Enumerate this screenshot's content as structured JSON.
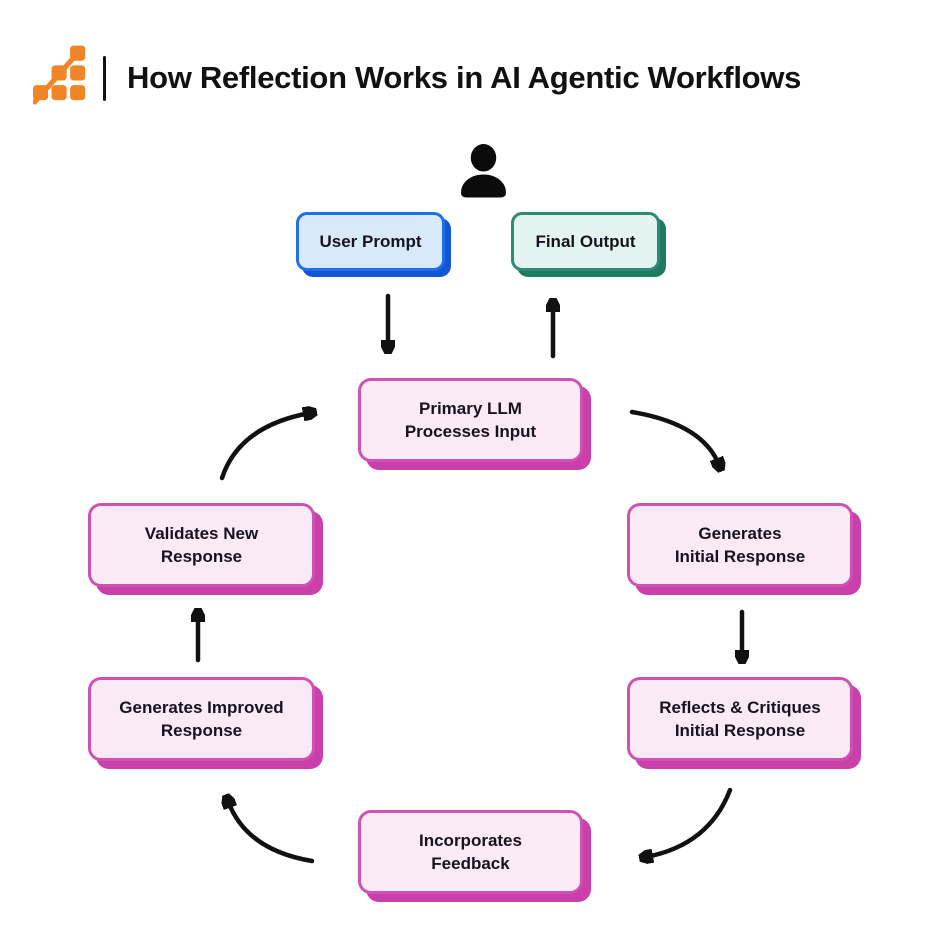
{
  "header": {
    "title": "How Reflection Works in AI Agentic Workflows",
    "logo_icon": "bar-chart-steps-logo",
    "colors": {
      "logo_orange": "#EF8526",
      "title_text": "#111111"
    }
  },
  "diagram": {
    "person_icon": "person-icon",
    "io_boxes": {
      "user_prompt": {
        "label": "User Prompt",
        "fill": "#D9E9FC",
        "border": "#1F6FE8",
        "shadow": "#1256D4"
      },
      "final_output": {
        "label": "Final Output",
        "fill": "#E3F4F0",
        "border": "#2C8B72",
        "shadow": "#1F7A61"
      }
    },
    "cycle": {
      "box_style": {
        "fill": "#FAEAF6",
        "border": "#CF52B3",
        "shadow": "#CA3FA9",
        "text": "#17121F"
      },
      "boxes": [
        {
          "id": "primary-llm-processes-input",
          "line1": "Primary LLM",
          "line2": "Processes Input"
        },
        {
          "id": "generates-initial-response",
          "line1": "Generates",
          "line2": "Initial Response"
        },
        {
          "id": "reflects-critiques-initial-response",
          "line1": "Reflects & Critiques",
          "line2": "Initial Response"
        },
        {
          "id": "incorporates-feedback",
          "line1": "Incorporates",
          "line2": "Feedback"
        },
        {
          "id": "generates-improved-response",
          "line1": "Generates Improved",
          "line2": "Response"
        },
        {
          "id": "validates-new-response",
          "line1": "Validates New",
          "line2": "Response"
        }
      ]
    },
    "arrow_color": "#111111"
  }
}
